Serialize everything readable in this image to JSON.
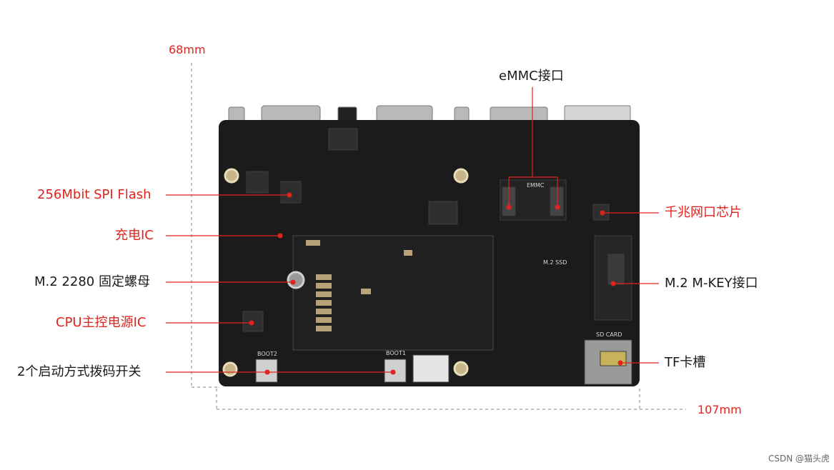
{
  "dimensions": {
    "height": "68mm",
    "width": "107mm"
  },
  "callouts_left": [
    {
      "text": "256Mbit SPI Flash",
      "color": "#e0231c"
    },
    {
      "text": "充电IC",
      "color": "#e0231c"
    },
    {
      "text": "M.2 2280 固定螺母",
      "color": "#1a1a1a"
    },
    {
      "text": "CPU主控电源IC",
      "color": "#e0231c"
    },
    {
      "text": "2个启动方式拨码开关",
      "color": "#1a1a1a"
    }
  ],
  "callouts_right": [
    {
      "text": "千兆网口芯片",
      "color": "#e0231c"
    },
    {
      "text": "M.2 M-KEY接口",
      "color": "#1a1a1a"
    },
    {
      "text": "TF卡槽",
      "color": "#1a1a1a"
    }
  ],
  "callout_top": {
    "text": "eMMC接口",
    "color": "#1a1a1a"
  },
  "pcb_silkscreen": {
    "boot2": "BOOT2",
    "boot1": "BOOT1",
    "emmc": "EMMC",
    "sd_card": "SD CARD",
    "m2_ssd": "M.2 SSD"
  },
  "watermark": "CSDN @猫头虎",
  "colors": {
    "accent_red": "#e0231c",
    "board": "#1b1b1b",
    "dim_line": "#9a9a9a"
  }
}
